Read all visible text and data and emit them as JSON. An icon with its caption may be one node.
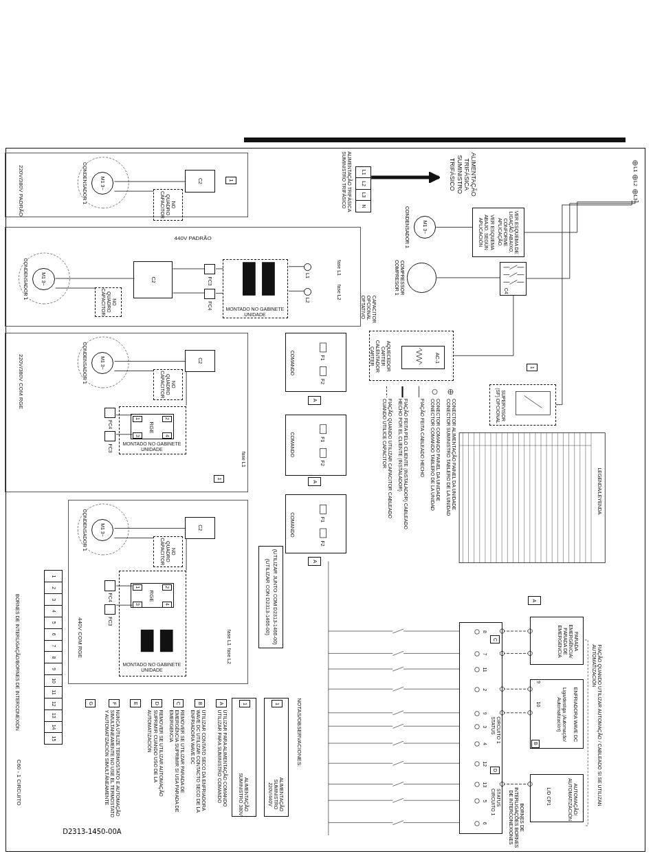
{
  "diagram": {
    "nodes": [
      {
        "text": [
          "220V/380V PADRÃO"
        ]
      },
      {
        "text": [
          "M1 3~"
        ],
        "beside": [
          "CONDENSADOR 1"
        ],
        "in": 0
      },
      {
        "text": [
          "NO QUADRO CAPACITOR"
        ],
        "in": 0
      },
      {
        "text": [
          "C2"
        ],
        "in": 0
      },
      {
        "text": [
          "440V PADRÃO"
        ]
      },
      {
        "text": [
          "M1 3~"
        ],
        "beside": [
          "CONDENSADOR 1"
        ],
        "in": 4
      },
      {
        "text": [
          "NO QUADRO CAPACITOR"
        ],
        "in": 4
      },
      {
        "text": [
          "C2"
        ],
        "in": 4
      },
      {
        "text": [
          "FC3"
        ],
        "in": 4
      },
      {
        "text": [
          "FC4"
        ],
        "in": 4
      },
      {
        "text": [
          "MONTADO NO GABINETE UNIDADE"
        ],
        "in": 4
      },
      {
        "text": [
          "L1"
        ],
        "in": 4
      },
      {
        "text": [
          "L2"
        ],
        "in": 4
      },
      {
        "text": [
          "220V/380V COM RGE"
        ]
      },
      {
        "text": [
          "M1 3~"
        ],
        "beside": [
          "CONDENSADOR 1"
        ],
        "in": 13
      },
      {
        "text": [
          "NO QUADRO CAPACITOR"
        ],
        "in": 13
      },
      {
        "text": [
          "C2"
        ],
        "in": 13
      },
      {
        "text": [
          "MONTADO NO GABINETE UNIDADE"
        ],
        "in": 13
      },
      {
        "text": [
          "RGE",
          "1",
          "2",
          "3",
          "4"
        ],
        "in": 17
      },
      {
        "text": [
          "FC3"
        ],
        "in": 13
      },
      {
        "text": [
          "FC4"
        ],
        "in": 13
      },
      {
        "text": [
          "440V COM RGE"
        ]
      },
      {
        "text": [
          "M1 3~"
        ],
        "beside": [
          "CONDENSADOR 1"
        ],
        "in": 21
      },
      {
        "text": [
          "NO QUADRO CAPACITOR"
        ],
        "in": 21
      },
      {
        "text": [
          "C2"
        ],
        "in": 21
      },
      {
        "text": [
          "MONTADO NO GABINETE UNIDADE"
        ],
        "in": 21
      },
      {
        "text": [
          "RGE",
          "1",
          "2",
          "3",
          "4"
        ],
        "in": 25
      },
      {
        "text": [
          "FC3"
        ],
        "in": 21
      },
      {
        "text": [
          "FC4"
        ],
        "in": 21
      },
      {
        "text": [
          "L1",
          "L2",
          "L3",
          "N"
        ]
      },
      {
        "text": [
          "ALIMENTAÇÃO TRIFÁSICA SUMINISTRO TRIFÁSICO"
        ]
      },
      {
        "text": [
          "L1",
          "L2",
          "L3"
        ]
      },
      {
        "text": [
          "VER ESQUEMA DE LIGAÇÃO ABAIXO, CONFORME APLICAÇÃO.",
          "VER ESQUEMA ABAJO, SEGÚN APLICACIÓN"
        ]
      },
      {
        "text": [
          "M1 3~"
        ],
        "beside": [
          "CONDENSADOR 1"
        ]
      },
      {
        "text": [],
        "shape": "circle",
        "beside": [
          "COMPRESSOR COMPRESOR 1"
        ]
      },
      {
        "text": [
          "C4"
        ]
      },
      {
        "text": [
          "AQUECEDOR CARTER CALENTADOR CARTER"
        ]
      },
      {
        "text": [
          "AC-1"
        ],
        "in": 36
      },
      {
        "text": [
          "SUPERVISOR (SF) OPCIONAL"
        ]
      },
      {
        "text": [
          "COMANDO",
          "F1",
          "F2"
        ]
      },
      {
        "text": [
          "COMANDO",
          "F1",
          "F2"
        ]
      },
      {
        "text": [
          "COMANDO",
          "F1",
          "F2"
        ]
      },
      {
        "text": [
          "(UTILIZAR JUNTO COM D2313-1466-00)",
          "(UTILIZAR CON D2313-1466-00)"
        ]
      },
      {
        "text": [
          "8",
          "7",
          "11",
          "2",
          "9",
          "3",
          "4",
          "12",
          "13",
          "5",
          "6"
        ],
        "beside": [
          "BORNES DE INTERLIGAÇÕES BORNES DE INTERCONEXIONES"
        ]
      },
      {
        "text": [
          "PARADA EMERGÊNCIA/ PARADA DE EMERGENCIA"
        ]
      },
      {
        "text": [
          "ENFRIADORA WAVE DC",
          "Liga/desliga (Automação/ Automatización)"
        ]
      },
      {
        "text": [
          "AUTOMAÇÃO/ AUTOMATIZACIÓN",
          "L/D CP1"
        ]
      },
      {
        "text": [
          "ALIMENTAÇÃO SUMINISTRO 220V/440V"
        ]
      },
      {
        "text": [
          "ALIMENTAÇÃO SUMINISTRO 380V"
        ]
      },
      {
        "text": [
          "1",
          "2",
          "3",
          "4",
          "5",
          "6",
          "7",
          "8",
          "9",
          "10",
          "11",
          "12",
          "13",
          "14",
          "15"
        ]
      }
    ],
    "edges": [
      {
        "from": 3,
        "to": 1,
        "arrow": "none"
      },
      {
        "from": 2,
        "to": 1,
        "arrow": "none"
      },
      {
        "from": 7,
        "to": 5,
        "arrow": "none"
      },
      {
        "from": 6,
        "to": 5,
        "arrow": "none"
      },
      {
        "from": 8,
        "to": 7,
        "arrow": "none"
      },
      {
        "from": 9,
        "to": 7,
        "arrow": "none"
      },
      {
        "from": 10,
        "to": 8,
        "arrow": "none"
      },
      {
        "from": 10,
        "to": 9,
        "arrow": "none"
      },
      {
        "from": 11,
        "to": 10,
        "arrow": "none"
      },
      {
        "from": 12,
        "to": 10,
        "arrow": "none"
      },
      {
        "from": 16,
        "to": 14,
        "arrow": "none"
      },
      {
        "from": 15,
        "to": 14,
        "arrow": "none"
      },
      {
        "from": 19,
        "to": 18,
        "arrow": "none"
      },
      {
        "from": 20,
        "to": 18,
        "arrow": "none"
      },
      {
        "from": 24,
        "to": 22,
        "arrow": "none"
      },
      {
        "from": 23,
        "to": 22,
        "arrow": "none"
      },
      {
        "from": 27,
        "to": 26,
        "arrow": "none"
      },
      {
        "from": 28,
        "to": 26,
        "arrow": "none"
      },
      {
        "from": 29,
        "to": 30,
        "arrow": "to",
        "style": "thick"
      },
      {
        "from": 31,
        "to": 32,
        "arrow": "none"
      },
      {
        "from": 31,
        "to": 35,
        "arrow": "none"
      },
      {
        "from": 31,
        "to": 38,
        "arrow": "none"
      },
      {
        "from": 33,
        "to": 32,
        "arrow": "none"
      },
      {
        "from": 35,
        "to": 34,
        "arrow": "none"
      },
      {
        "from": 35,
        "to": 36,
        "arrow": "none"
      },
      {
        "from": 44,
        "to": 43,
        "arrow": "other",
        "style": "dashed"
      },
      {
        "from": 44,
        "to": 43,
        "arrow": "other",
        "style": "dashed"
      },
      {
        "from": 45,
        "to": 43,
        "arrow": "other",
        "style": "dashed"
      },
      {
        "from": 45,
        "to": 43,
        "arrow": "other",
        "style": "dashed"
      },
      {
        "from": 46,
        "to": 43,
        "arrow": "other",
        "style": "dashed"
      },
      {
        "from": 24,
        "to": 25,
        "arrow": "none"
      },
      {
        "from": 16,
        "to": 17,
        "arrow": "none"
      }
    ],
    "labels": [
      "ALIMENTAÇÃO TRIFÁSICA SUMINISTRO TRIFÁSICO",
      "1",
      "fase L1",
      "fase L2",
      "fase L1",
      "1",
      "fase L1",
      "fase L2",
      "CAPACITOR OPCIONAL OPTATIVO",
      "1",
      "A",
      "A",
      "A",
      "LEGENDA/LEYENDA",
      "A",
      "FIAÇÃO QUANDO UTILIZAR AUTOMAÇÃO / CABLEADO SI SE UTILIZAN AUTOMATIZACIÓN",
      "C",
      "CIRCUITO 1 STATUS",
      "D",
      "STATUS CIRCUITO 1",
      "B",
      "9",
      "10",
      "NOTAS/OBSERVACIONES:",
      "1",
      "1",
      "A",
      "UTILIZAR PARA ALIMENTAÇÃO COMANDO UTILIZAR PARA SUMINISTRO COMANDO",
      "B",
      "UTILIZAR CONTATO SECO DA ENFRIADORA WAVE DC UTILIZAR CONTACTO SECO DE LA ENFRIADORA WAVE DC",
      "C",
      "REMOVER SE UTILIZAR PARADA DE EMERGÊNCIA SUPRIMIR SI USA PARADA DE EMERGENCIA",
      "D",
      "REMOVER SE UTILIZAR AUTOMAÇÃO SUPRIMIR CUANDO USO DE LA AUTOMATIZACIÓN",
      "E",
      "F",
      "NUNCA UTILIZE TERMOSTATO E AUTOMAÇÃO SIMULTANEAMENTE NO USE EL TERMOSTATO Y AUTOMATIZACIÓN SIMULTÁNEAMENTE",
      "G",
      "BORNES DE INTERLIGAÇÃO/BORNES DE INTERCONEXIÓN",
      "C60 - 1 CIRCUITO",
      "D2313-1450-00A"
    ],
    "legend": [
      {
        "text": "CONECTOR ALIMENTAÇÃO PAINEL DA UNIDADE CONECTOR SUMINISTRO TABLERO DE LA UNIDAD"
      },
      {
        "text": "CONECTOR COMANDO PAINEL DA UNIDADE CONECTOR COMANDO TABLERO DE LA UNIDAD"
      },
      {
        "text": "FIAÇÃO FEITA CABLEADO HECHO"
      },
      {
        "text": "FIAÇÃO FEITA PELO CLIENTE (INSTALADOR) CABLEADO HECHO POR EL CLIENTE (INSTALADOR)"
      },
      {
        "text": "FIAÇÃO QUANDO UTILIZAR CAPACITOR CABLEADO CUANDO UTILICE CAPACITOR"
      }
    ]
  }
}
